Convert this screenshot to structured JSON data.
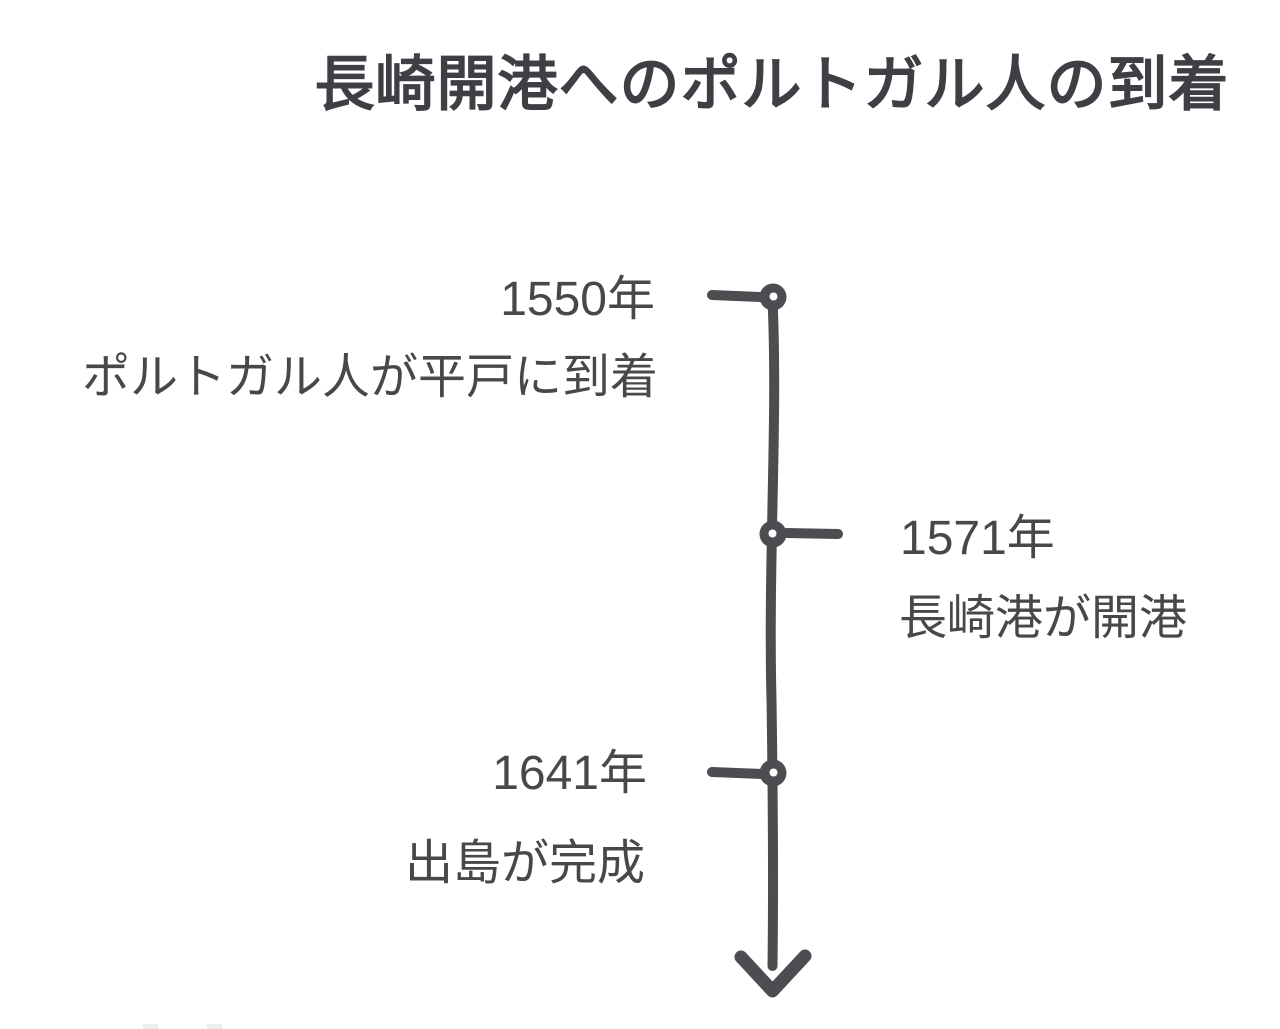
{
  "title": "長崎開港へのポルトガル人の到着",
  "timeline": {
    "direction": "vertical-down",
    "events": [
      {
        "year": "1550年",
        "description": "ポルトガル人が平戸に到着",
        "side": "left"
      },
      {
        "year": "1571年",
        "description": "長崎港が開港",
        "side": "right"
      },
      {
        "year": "1641年",
        "description": "出島が完成",
        "side": "left"
      }
    ]
  },
  "icons": {
    "arrow_down": "arrow-down-icon",
    "node": "timeline-node-icon"
  },
  "colors": {
    "background": "#ffffff",
    "title_text": "#3d3f44",
    "body_text": "#46484c",
    "line": "#4b4d50"
  }
}
